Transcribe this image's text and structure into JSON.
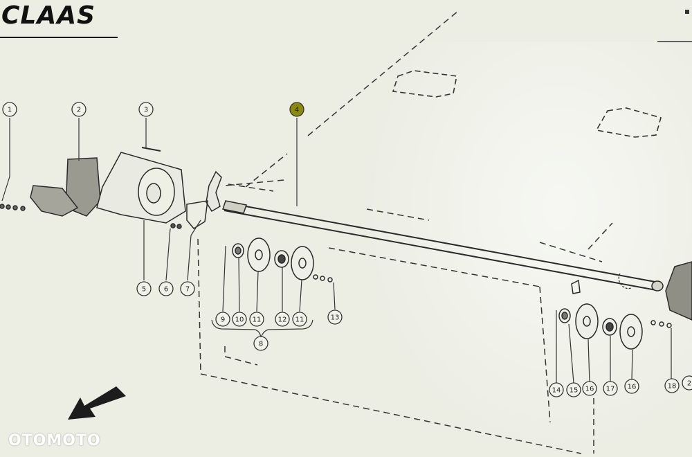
{
  "brand": {
    "logo_text": "CLAAS"
  },
  "watermark": {
    "text": "OTOMOTO"
  },
  "colors": {
    "paper": "#eceee4",
    "ink": "#2a2a2a",
    "highlight": "#8a8a10"
  },
  "callouts": [
    {
      "id": "c1",
      "label": "1"
    },
    {
      "id": "c2",
      "label": "2"
    },
    {
      "id": "c3",
      "label": "3"
    },
    {
      "id": "c4",
      "label": "4",
      "highlighted": true
    },
    {
      "id": "c5",
      "label": "5"
    },
    {
      "id": "c6",
      "label": "6"
    },
    {
      "id": "c7",
      "label": "7"
    },
    {
      "id": "c9",
      "label": "9"
    },
    {
      "id": "c10",
      "label": "10"
    },
    {
      "id": "c11a",
      "label": "11"
    },
    {
      "id": "c12",
      "label": "12"
    },
    {
      "id": "c11b",
      "label": "11"
    },
    {
      "id": "c13",
      "label": "13"
    },
    {
      "id": "c8",
      "label": "8"
    },
    {
      "id": "c14",
      "label": "14"
    },
    {
      "id": "c15",
      "label": "15"
    },
    {
      "id": "c16a",
      "label": "16"
    },
    {
      "id": "c17",
      "label": "17"
    },
    {
      "id": "c16b",
      "label": "16"
    },
    {
      "id": "c18",
      "label": "18"
    },
    {
      "id": "c2b",
      "label": "2"
    }
  ]
}
